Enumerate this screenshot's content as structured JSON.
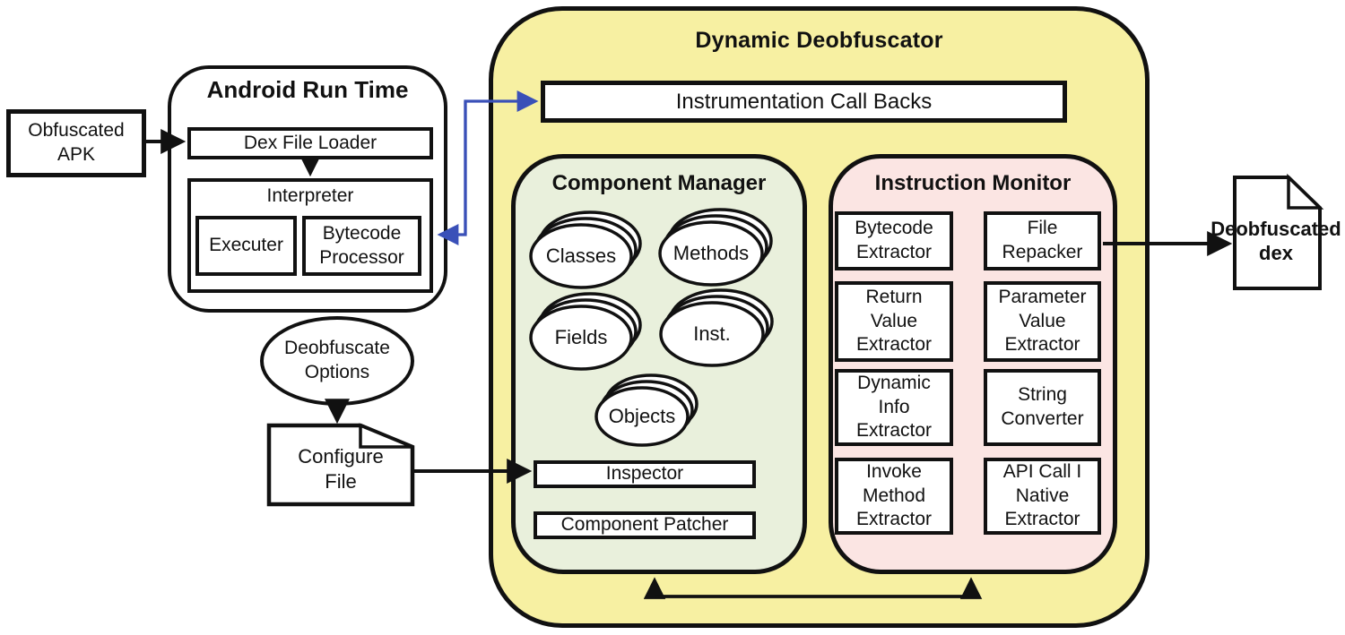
{
  "inputs": {
    "obfuscated_apk": "Obfuscated\nAPK",
    "deobfuscate_options": "Deobfuscate\nOptions",
    "configure_file": "Configure\nFile"
  },
  "art": {
    "title": "Android Run Time",
    "dex_file_loader": "Dex File Loader",
    "interpreter": "Interpreter",
    "executer": "Executer",
    "bytecode_processor": "Bytecode\nProcessor"
  },
  "deobfuscator": {
    "title": "Dynamic Deobfuscator",
    "instrumentation_call_backs": "Instrumentation Call Backs",
    "component_manager": {
      "title": "Component Manager",
      "stores": [
        {
          "label": "Classes"
        },
        {
          "label": "Methods"
        },
        {
          "label": "Fields"
        },
        {
          "label": "Inst."
        },
        {
          "label": "Objects"
        }
      ],
      "inspector": "Inspector",
      "component_patcher": "Component Patcher"
    },
    "instruction_monitor": {
      "title": "Instruction Monitor",
      "modules": [
        {
          "label": "Bytecode\nExtractor"
        },
        {
          "label": "File\nRepacker"
        },
        {
          "label": "Return\nValue\nExtractor"
        },
        {
          "label": "Parameter\nValue\nExtractor"
        },
        {
          "label": "Dynamic\nInfo\nExtractor"
        },
        {
          "label": "String\nConverter"
        },
        {
          "label": "Invoke\nMethod\nExtractor"
        },
        {
          "label": "API Call I\nNative\nExtractor"
        }
      ]
    }
  },
  "output": {
    "deobfuscated_dex": "Deobfuscated\ndex"
  },
  "colors": {
    "outer_container_fill": "#F7F0A2",
    "component_manager_fill": "#E9F0DC",
    "instruction_monitor_fill": "#FBE5E3",
    "callback_arrow_blue": "#3A50B8",
    "line_black": "#111111"
  }
}
